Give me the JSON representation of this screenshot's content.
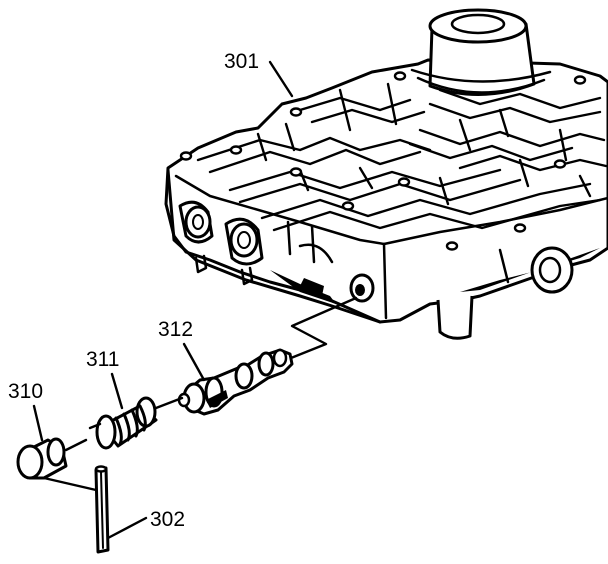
{
  "labels": {
    "valve_body": "301",
    "plug": "310",
    "spring": "311",
    "valve": "312",
    "pin": "302"
  }
}
